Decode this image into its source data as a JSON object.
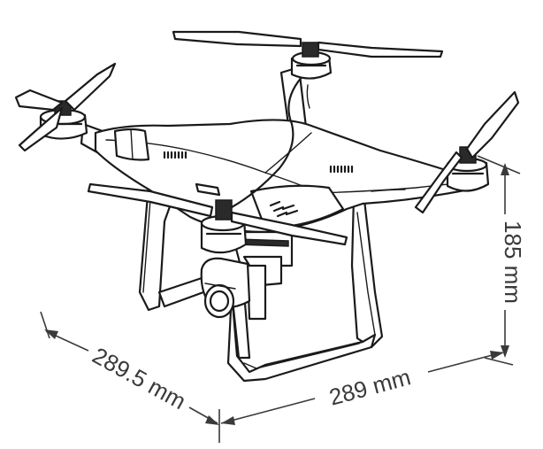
{
  "dimensions": {
    "depth_label": "289.5 mm",
    "width_label": "289 mm",
    "height_label": "185 mm"
  }
}
